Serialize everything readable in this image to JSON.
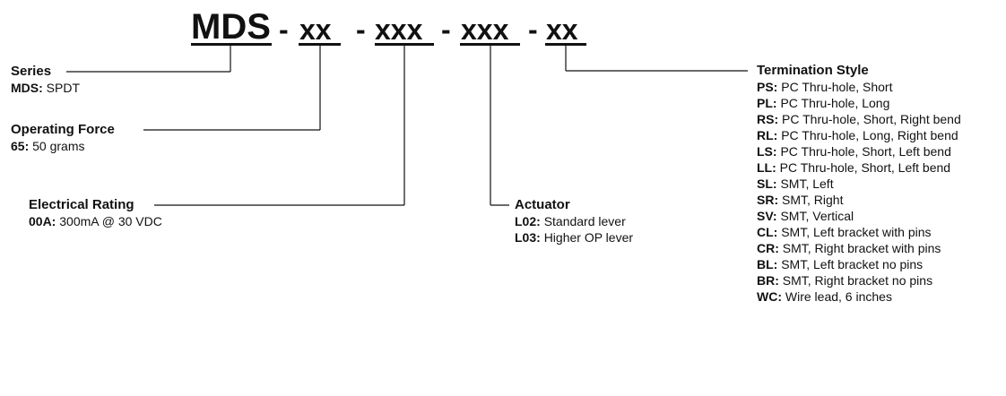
{
  "part_number": {
    "prefix": "MDS",
    "sep1": "-",
    "force": "xx",
    "sep2": "-",
    "rating": "xxx",
    "sep3": "-",
    "actuator": "xxx",
    "sep4": "-",
    "termination": "xx"
  },
  "series": {
    "title": "Series",
    "items": [
      {
        "code": "MDS:",
        "desc": "SPDT"
      }
    ]
  },
  "operating_force": {
    "title": "Operating Force",
    "items": [
      {
        "code": "65:",
        "desc": "50 grams"
      }
    ]
  },
  "electrical_rating": {
    "title": "Electrical Rating",
    "items": [
      {
        "code": "00A:",
        "desc": "300mA @ 30 VDC"
      }
    ]
  },
  "actuator": {
    "title": "Actuator",
    "items": [
      {
        "code": "L02:",
        "desc": "Standard lever"
      },
      {
        "code": "L03:",
        "desc": "Higher OP lever"
      }
    ]
  },
  "termination_style": {
    "title": "Termination Style",
    "items": [
      {
        "code": "PS:",
        "desc": "PC Thru-hole, Short"
      },
      {
        "code": "PL:",
        "desc": "PC Thru-hole, Long"
      },
      {
        "code": "RS:",
        "desc": "PC Thru-hole, Short, Right bend"
      },
      {
        "code": "RL:",
        "desc": "PC Thru-hole, Long, Right bend"
      },
      {
        "code": "LS:",
        "desc": "PC Thru-hole, Short, Left bend"
      },
      {
        "code": "LL:",
        "desc": "PC Thru-hole, Short, Left bend"
      },
      {
        "code": "SL:",
        "desc": "SMT, Left"
      },
      {
        "code": "SR:",
        "desc": "SMT, Right"
      },
      {
        "code": "SV:",
        "desc": "SMT, Vertical"
      },
      {
        "code": "CL:",
        "desc": "SMT, Left bracket with pins"
      },
      {
        "code": "CR:",
        "desc": "SMT, Right bracket with pins"
      },
      {
        "code": "BL:",
        "desc": "SMT, Left bracket no pins"
      },
      {
        "code": "BR:",
        "desc": "SMT, Right bracket no pins"
      },
      {
        "code": "WC:",
        "desc": "Wire lead, 6 inches"
      }
    ]
  }
}
